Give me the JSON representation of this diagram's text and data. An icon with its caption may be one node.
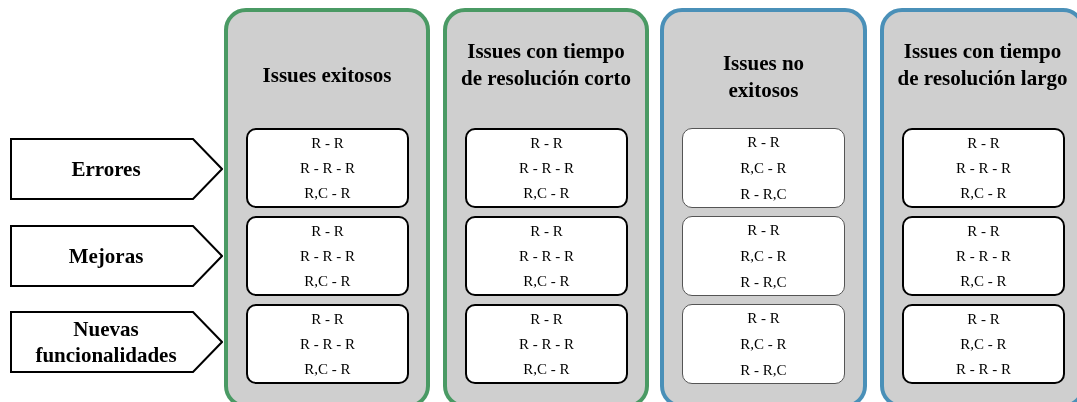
{
  "diagram": {
    "nodes": [
      {
        "text": [
          "Errores"
        ]
      },
      {
        "text": [
          "Mejoras"
        ]
      },
      {
        "text": [
          "Nuevas funcionalidades"
        ]
      },
      {
        "text": [
          "Issues exitosos"
        ]
      },
      {
        "text": [
          "R - R",
          "R - R - R",
          "R,C - R"
        ],
        "in": 3
      },
      {
        "text": [
          "R - R",
          "R - R - R",
          "R,C - R"
        ],
        "in": 3
      },
      {
        "text": [
          "R - R",
          "R - R - R",
          "R,C - R"
        ],
        "in": 3
      },
      {
        "text": [
          "Issues con tiempo de resolución corto"
        ]
      },
      {
        "text": [
          "R - R",
          "R - R - R",
          "R,C - R"
        ],
        "in": 7
      },
      {
        "text": [
          "R - R",
          "R - R - R",
          "R,C - R"
        ],
        "in": 7
      },
      {
        "text": [
          "R - R",
          "R - R - R",
          "R,C - R"
        ],
        "in": 7
      },
      {
        "text": [
          "Issues no exitosos"
        ]
      },
      {
        "text": [
          "R - R",
          "R,C - R",
          "R - R,C"
        ],
        "in": 11
      },
      {
        "text": [
          "R - R",
          "R,C - R",
          "R - R,C"
        ],
        "in": 11
      },
      {
        "text": [
          "R - R",
          "R,C - R",
          "R - R,C"
        ],
        "in": 11
      },
      {
        "text": [
          "Issues con tiempo de resolución largo"
        ]
      },
      {
        "text": [
          "R - R",
          "R - R - R",
          "R,C - R"
        ],
        "in": 15
      },
      {
        "text": [
          "R - R",
          "R - R - R",
          "R,C - R"
        ],
        "in": 15
      },
      {
        "text": [
          "R - R",
          "R,C - R",
          "R - R - R"
        ],
        "in": 15
      }
    ]
  }
}
